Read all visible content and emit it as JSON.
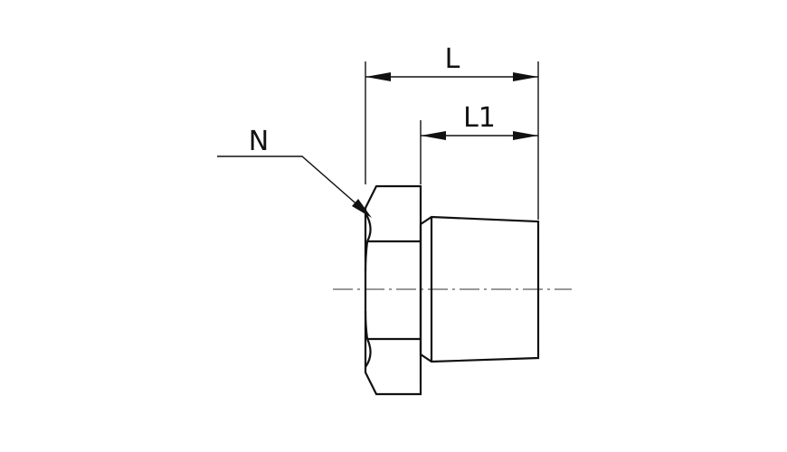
{
  "labels": {
    "overall_length": "L",
    "thread_length": "L1",
    "hex_size": "N"
  }
}
